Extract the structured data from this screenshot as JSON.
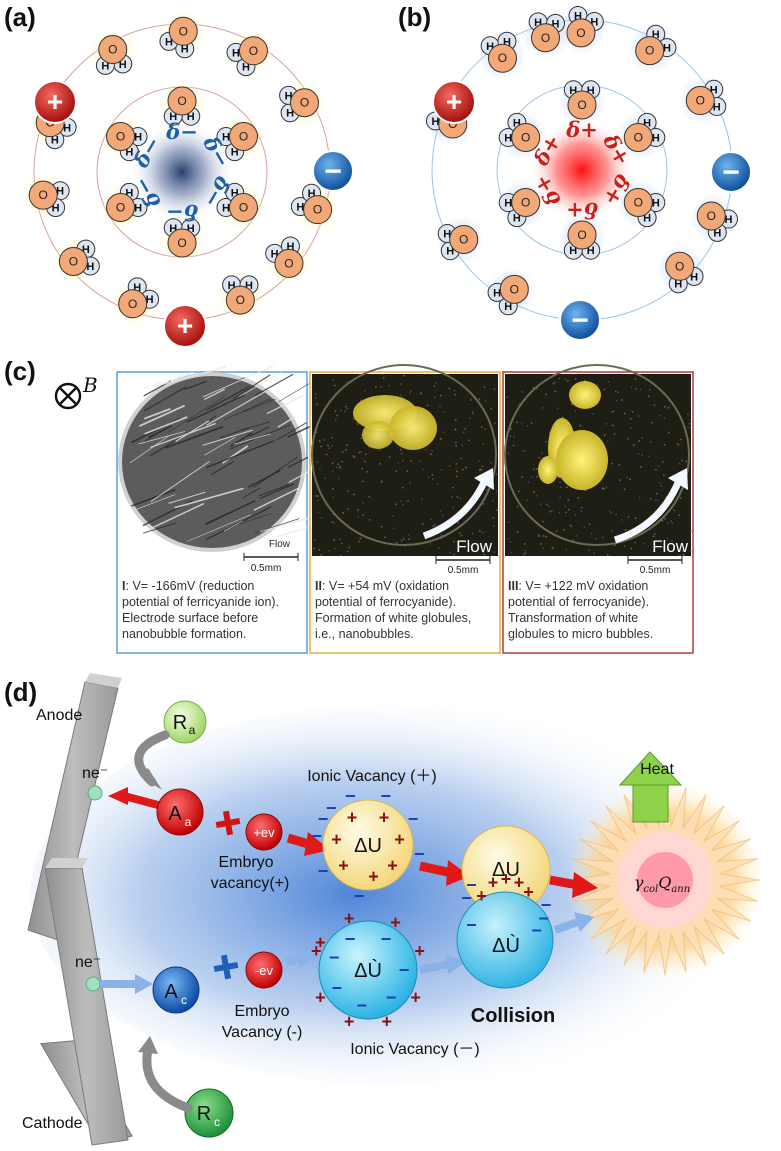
{
  "panels": {
    "a_label": "(a)",
    "b_label": "(b)",
    "c_label": "(c)",
    "d_label": "(d)"
  },
  "molecule": {
    "oxygen": "O",
    "hydrogen": "H"
  },
  "panel_a": {
    "delta_labels": [
      "δ−",
      "δ−",
      "δ−",
      "δ−",
      "δ−",
      "δ−"
    ],
    "ions": [
      "+",
      "−",
      "+"
    ]
  },
  "panel_b": {
    "delta_labels": [
      "δ+",
      "δ+",
      "δ+",
      "δ+",
      "δ+",
      "δ+"
    ],
    "ions": [
      "+",
      "−",
      "−"
    ]
  },
  "panel_c": {
    "field_symbol": "⊗",
    "field_label": "B",
    "flow_label": "Flow",
    "scale_label": "0.5mm",
    "images": [
      {
        "roman": "I",
        "lines": [
          "V= -166mV (reduction",
          "potential of ferricyanide ion).",
          "Electrode surface before",
          "nanobubble formation."
        ]
      },
      {
        "roman": "II",
        "lines": [
          "V= +54 mV (oxidation",
          "potential of ferrocyanide).",
          "Formation of white globules,",
          "i.e., nanobubbles."
        ]
      },
      {
        "roman": "III",
        "lines": [
          "V= +122 mV oxidation",
          "potential of ferrocyanide).",
          "Transformation of white",
          "globules to micro bubbles."
        ]
      }
    ]
  },
  "panel_d": {
    "anode": "Anode",
    "cathode": "Cathode",
    "electron": "ne⁻",
    "Ra": "Ra",
    "Rc": "Rc",
    "Aa": "Aa",
    "Ac": "Ac",
    "plus_ev": "+ev",
    "minus_ev": "-ev",
    "embryo_plus_1": "Embryo",
    "embryo_plus_2": "vacancy(+)",
    "embryo_minus_1": "Embryo",
    "embryo_minus_2": "Vacancy (-)",
    "ionic_plus": "Ionic Vacancy (＋)",
    "ionic_minus": "Ionic Vacancy (－)",
    "delta_u": "ΔU",
    "delta_u_prime": "ΔÙ",
    "collision": "Collision",
    "heat": "Heat",
    "gamma": "γcolQann"
  },
  "colors": {
    "oxygen": "#f2a877",
    "hydrogen": "#dde6f2",
    "ion_red": "#c8201a",
    "ion_blue": "#1f6fc2",
    "border_I": "#5aa0d8",
    "border_II": "#e0b23a",
    "border_III": "#b23a3a"
  }
}
